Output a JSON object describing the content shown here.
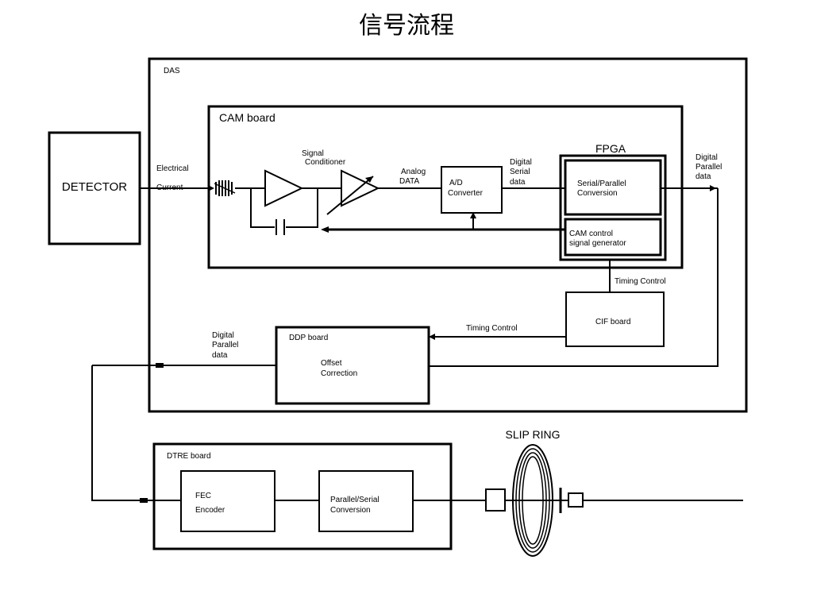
{
  "title": "信号流程",
  "das": {
    "label": "DAS"
  },
  "detector": {
    "label": "DETECTOR"
  },
  "cam_board": {
    "label": "CAM  board"
  },
  "signal_conditioner": {
    "line1": "Signal",
    "line2": "Conditioner"
  },
  "electrical_current": {
    "line1": "Electrical",
    "line2": "Current"
  },
  "analog_data": {
    "line1": "Analog",
    "line2": "DATA"
  },
  "ad_converter": {
    "line1": "A/D",
    "line2": "Converter"
  },
  "digital_serial_data": {
    "line1": "Digital",
    "line2": "Serial",
    "line3": "data"
  },
  "fpga": {
    "label": "FPGA",
    "sp_conversion": {
      "line1": "Serial/Parallel",
      "line2": "Conversion"
    },
    "cam_control": {
      "line1": "CAM control",
      "line2": "signal generator"
    }
  },
  "digital_parallel_data_right": {
    "line1": "Digital",
    "line2": "Parallel",
    "line3": "data"
  },
  "timing_control_upper": "Timing Control",
  "cif_board": {
    "label": "CIF board"
  },
  "timing_control_lower": "Timing Control",
  "ddp_board": {
    "label": "DDP board",
    "line1": "Offset",
    "line2": "Correction"
  },
  "digital_parallel_data_left": {
    "line1": "Digital",
    "line2": "Parallel",
    "line3": "data"
  },
  "slip_ring": {
    "label": "SLIP RING"
  },
  "dtre_board": {
    "label": "DTRE  board"
  },
  "fec_encoder": {
    "line1": "FEC",
    "line2": "Encoder"
  },
  "ps_conversion": {
    "line1": "Parallel/Serial",
    "line2": "Conversion"
  }
}
